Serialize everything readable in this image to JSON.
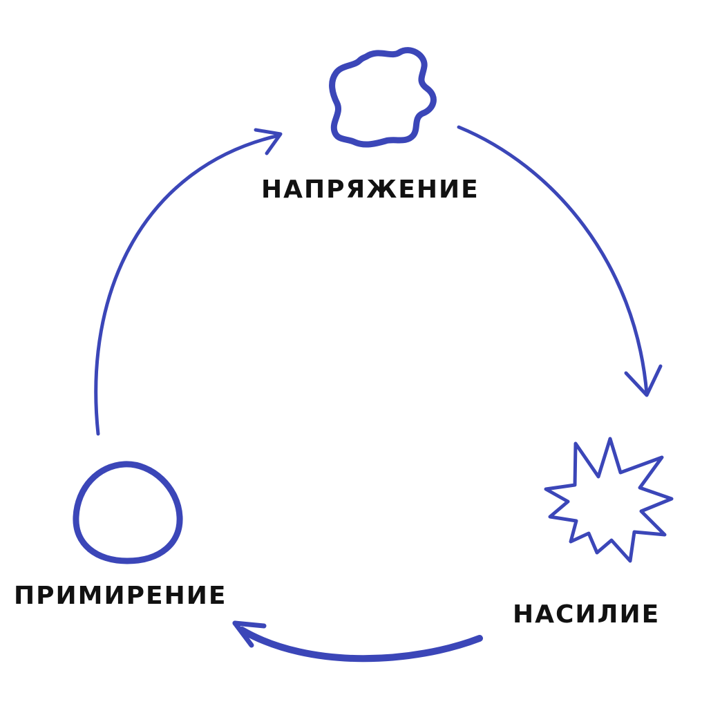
{
  "colors": {
    "ink": "#3b46b8",
    "text": "#111111",
    "background": "#ffffff"
  },
  "stages": [
    {
      "label": "НАПРЯЖЕНИЕ",
      "shape": "wavy-blob-icon"
    },
    {
      "label": "НАСИЛИЕ",
      "shape": "spiky-burst-icon"
    },
    {
      "label": "ПРИМИРЕНИЕ",
      "shape": "circle-icon"
    }
  ],
  "arrows": [
    {
      "from": "НАПРЯЖЕНИЕ",
      "to": "НАСИЛИЕ"
    },
    {
      "from": "НАСИЛИЕ",
      "to": "ПРИМИРЕНИЕ"
    },
    {
      "from": "ПРИМИРЕНИЕ",
      "to": "НАПРЯЖЕНИЕ"
    }
  ]
}
